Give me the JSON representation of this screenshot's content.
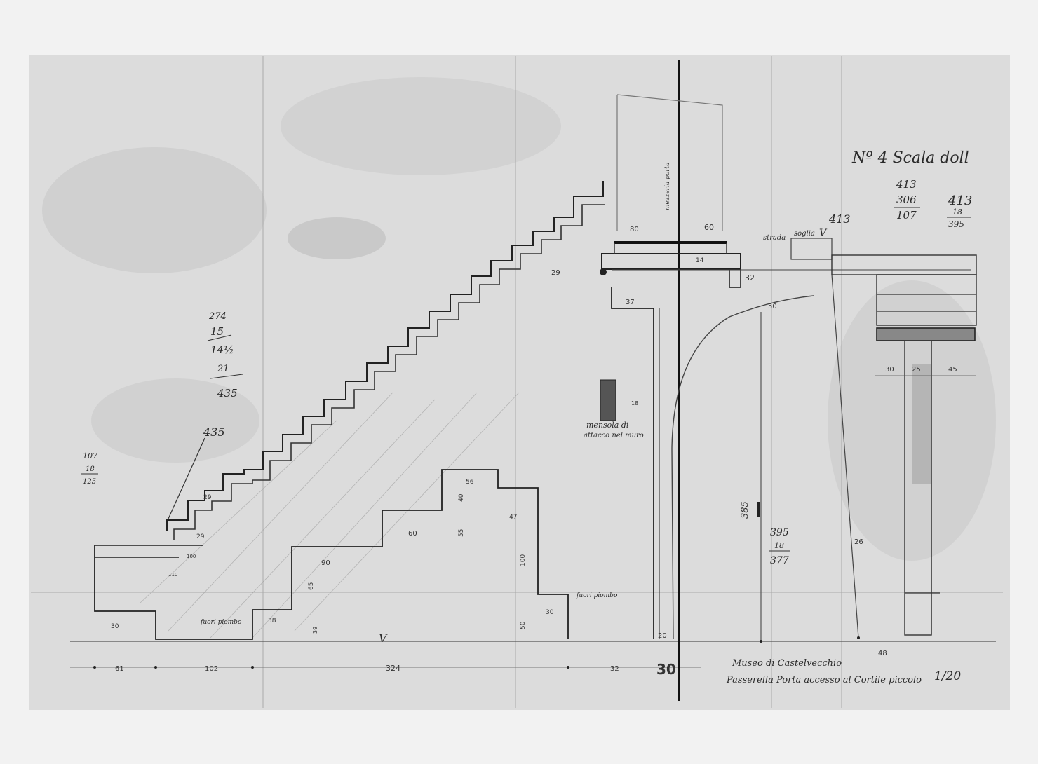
{
  "caption": {
    "museum": "Museo di Castelvecchio",
    "subject": "Passerella Porta accesso al Cortile piccolo",
    "scale": "1/20"
  },
  "top_right": {
    "note": "Nº 4 Scala doll",
    "calc_a": [
      "413",
      "306",
      "107"
    ],
    "calc_b": [
      "413",
      "18",
      "395"
    ],
    "top_label": "413"
  },
  "left_calc": [
    "274",
    "15",
    "14½",
    "21",
    "435"
  ],
  "left_small_calc": [
    "107",
    "18",
    "125"
  ],
  "stair_label": "435",
  "bracket_note": [
    "mensola di",
    "attacco nel muro"
  ],
  "bracket_dim": "18",
  "axis_label": "mezzeria porta",
  "upper_labels": {
    "strada": "strada",
    "soglia": "soglia",
    "v_mark": "V"
  },
  "mid_right_calc": [
    "385",
    "395",
    "18",
    "377"
  ],
  "fuori_piombo_left": "fuori piombo",
  "fuori_piombo_right": "fuori piombo",
  "baseline_dims": [
    "61",
    "102",
    "324",
    "32",
    "30"
  ],
  "lower_dims": [
    "30",
    "38",
    "50",
    "30",
    "20",
    "48",
    "26"
  ],
  "step_dims": [
    "29",
    "29",
    "100",
    "110",
    "90",
    "65",
    "60",
    "55",
    "40",
    "56",
    "47",
    "100",
    "39"
  ],
  "top_dims": [
    "80",
    "60",
    "29",
    "37",
    "32",
    "50",
    "14"
  ],
  "column_dims": [
    "30",
    "25",
    "45"
  ],
  "v_center": "V"
}
